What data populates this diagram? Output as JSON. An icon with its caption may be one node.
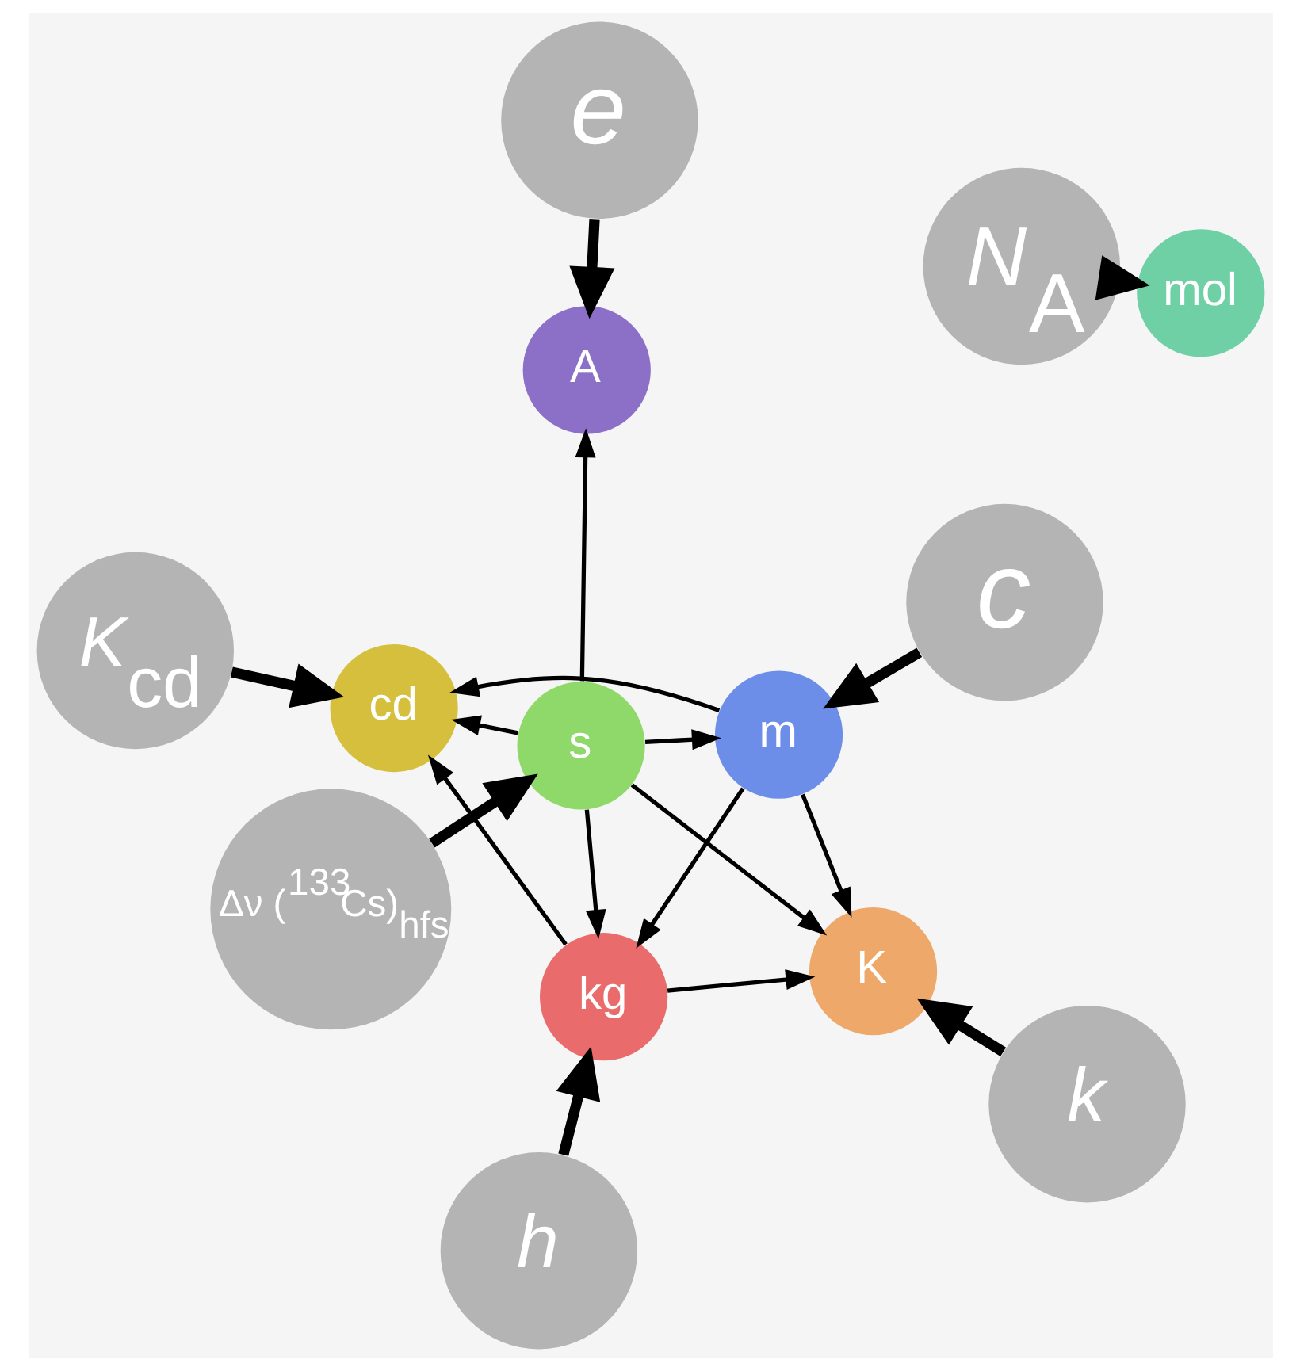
{
  "diagram": {
    "nodes": [
      {
        "text": [
          "Δν ($^{133}$Cs)$_{hfs}$"
        ]
      },
      {
        "text": [
          "e"
        ]
      },
      {
        "text": [
          "s"
        ]
      },
      {
        "text": [
          "*N*$_{A}$"
        ]
      },
      {
        "text": [
          "A"
        ]
      },
      {
        "text": [
          "mol"
        ]
      },
      {
        "text": [
          "c"
        ]
      },
      {
        "text": [
          "m"
        ]
      },
      {
        "text": [
          "kg"
        ]
      },
      {
        "text": [
          "h"
        ]
      },
      {
        "text": [
          "K"
        ]
      },
      {
        "text": [
          "cd"
        ]
      },
      {
        "text": [
          "k"
        ]
      },
      {
        "text": [
          "*K*$_{cd}$"
        ]
      }
    ],
    "edges": [
      {
        "from": 0,
        "to": 2,
        "arrow": "to",
        "style": "thick"
      },
      {
        "from": 1,
        "to": 4,
        "arrow": "to",
        "style": "thick"
      },
      {
        "from": 3,
        "to": 5,
        "arrow": "to",
        "style": "thick"
      },
      {
        "from": 6,
        "to": 7,
        "arrow": "to",
        "style": "thick"
      },
      {
        "from": 9,
        "to": 8,
        "arrow": "to",
        "style": "thick"
      },
      {
        "from": 12,
        "to": 10,
        "arrow": "to",
        "style": "thick"
      },
      {
        "from": 13,
        "to": 11,
        "arrow": "to",
        "style": "thick"
      },
      {
        "from": 2,
        "to": 4,
        "arrow": "to"
      },
      {
        "from": 2,
        "to": 7,
        "arrow": "to"
      },
      {
        "from": 2,
        "to": 10,
        "arrow": "to"
      },
      {
        "from": 2,
        "to": 11,
        "arrow": "to"
      },
      {
        "from": 2,
        "to": 8,
        "arrow": "to"
      },
      {
        "from": 7,
        "to": 8,
        "arrow": "to"
      },
      {
        "from": 7,
        "to": 10,
        "arrow": "to"
      },
      {
        "from": 7,
        "to": 11,
        "arrow": "to"
      },
      {
        "from": 8,
        "to": 10,
        "arrow": "to"
      },
      {
        "from": 8,
        "to": 11,
        "arrow": "to"
      }
    ]
  }
}
